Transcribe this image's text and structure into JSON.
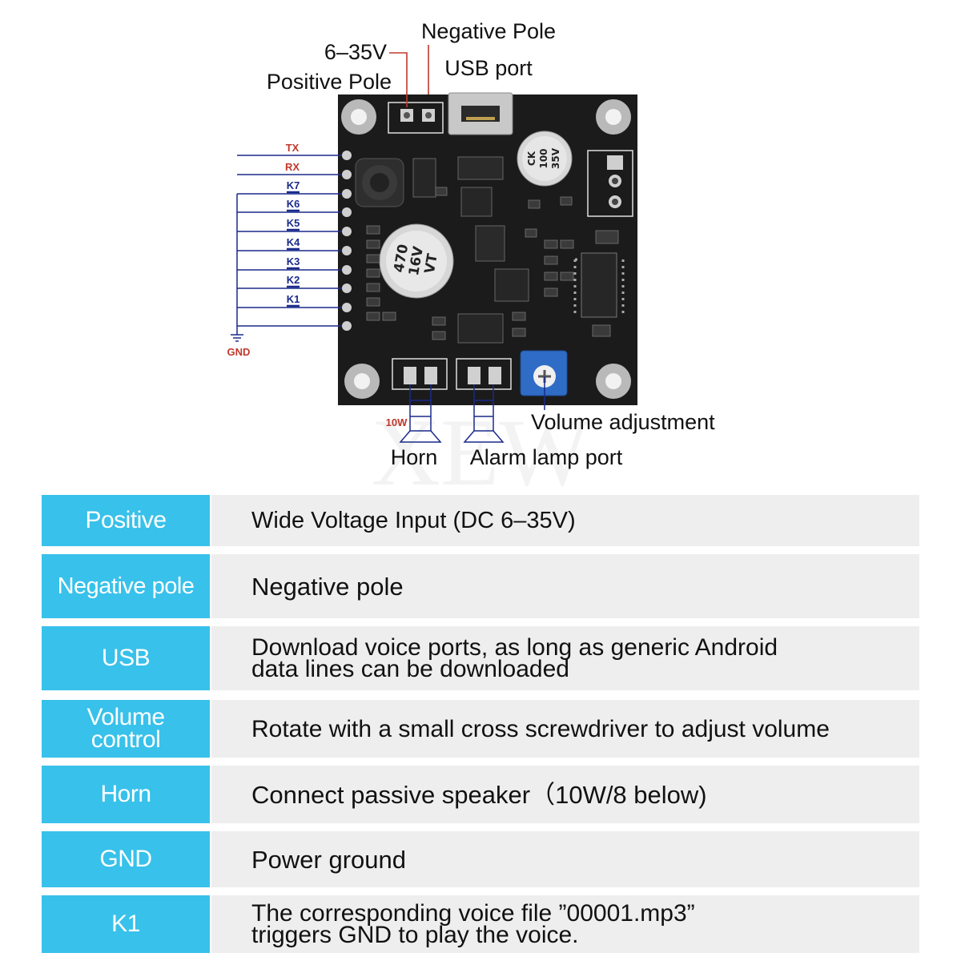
{
  "diagram": {
    "labels": {
      "voltage": "6–35V",
      "positive_pole": "Positive Pole",
      "negative_pole": "Negative Pole",
      "usb_port": "USB port",
      "volume_adjustment": "Volume adjustment",
      "horn": "Horn",
      "alarm_lamp_port": "Alarm lamp port",
      "power_10w": "10W",
      "gnd": "GND",
      "watermark": "XEW"
    },
    "pins": [
      "TX",
      "RX",
      "K7",
      "K6",
      "K5",
      "K4",
      "K3",
      "K2",
      "K1"
    ],
    "components": {
      "cap_large": [
        "470",
        "16V",
        "VT"
      ],
      "cap_small": [
        "CK",
        "100",
        "35V"
      ]
    }
  },
  "table": {
    "rows": [
      {
        "key": "Positive",
        "value": "Wide Voltage Input (DC 6–35V)"
      },
      {
        "key": "Negative pole",
        "value": "Negative pole"
      },
      {
        "key": "USB",
        "value": "Download voice ports, as long as generic Android\ndata lines can be downloaded"
      },
      {
        "key": "Volume\ncontrol",
        "value": "Rotate with a small cross screwdriver to adjust volume"
      },
      {
        "key": "Horn",
        "value": "Connect passive speaker（10W/8 below)"
      },
      {
        "key": "GND",
        "value": "Power ground"
      },
      {
        "key": "K1",
        "value": "The corresponding voice file ”00001.mp3”\ntriggers GND to play the voice."
      }
    ]
  },
  "colors": {
    "accent": "#38c1ea",
    "row_bg": "#eeeeee",
    "pcb": "#1b1b1b",
    "wire_red": "#c0392b",
    "wire_blue": "#1a2a8a"
  }
}
